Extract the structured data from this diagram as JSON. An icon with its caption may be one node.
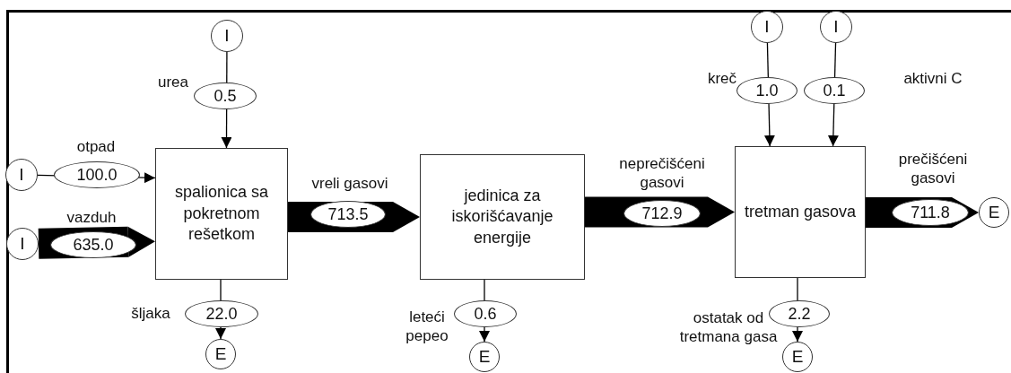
{
  "diagram": {
    "nodes": [
      {
        "text": [
          "I"
        ]
      },
      {
        "text": [
          "I"
        ]
      },
      {
        "text": [
          "I"
        ]
      },
      {
        "text": [
          "I"
        ]
      },
      {
        "text": [
          "spalionica sa pokretnom rešetkom"
        ]
      },
      {
        "text": [
          "jedinica za iskorišćavanje energije"
        ]
      },
      {
        "text": [
          "tretman gasova"
        ]
      },
      {
        "text": [
          "I"
        ]
      },
      {
        "text": [
          "E"
        ]
      },
      {
        "text": [
          "E"
        ]
      },
      {
        "text": [
          "E"
        ]
      },
      {
        "text": [
          "E"
        ]
      }
    ],
    "edges": [
      {
        "from": 0,
        "to": 4,
        "arrow": "to",
        "label": "0.5"
      },
      {
        "from": 3,
        "to": 4,
        "arrow": "to",
        "label": "100.0"
      },
      {
        "from": 7,
        "to": 4,
        "arrow": "to",
        "label": "635.0",
        "style": "thick"
      },
      {
        "from": 4,
        "to": 5,
        "arrow": "to",
        "label": "713.5",
        "style": "thick"
      },
      {
        "from": 5,
        "to": 6,
        "arrow": "to",
        "label": "712.9",
        "style": "thick"
      },
      {
        "from": 1,
        "to": 6,
        "arrow": "to",
        "label": "1.0"
      },
      {
        "from": 2,
        "to": 6,
        "arrow": "to",
        "label": "0.1"
      },
      {
        "from": 6,
        "to": 8,
        "arrow": "to",
        "label": "711.8",
        "style": "thick"
      },
      {
        "from": 4,
        "to": 9,
        "arrow": "to",
        "label": "22.0"
      },
      {
        "from": 5,
        "to": 10,
        "arrow": "to",
        "label": "0.6"
      },
      {
        "from": 6,
        "to": 11,
        "arrow": "to",
        "label": "2.2"
      }
    ],
    "labels": [
      "kreč",
      "aktivni C",
      "urea",
      "otpad",
      "prečišćeni gasovi",
      "neprečišćeni gasovi",
      "vreli gasovi",
      "vazduh",
      "šljaka",
      "leteći pepeo",
      "ostatak od tretmana gasa"
    ]
  }
}
